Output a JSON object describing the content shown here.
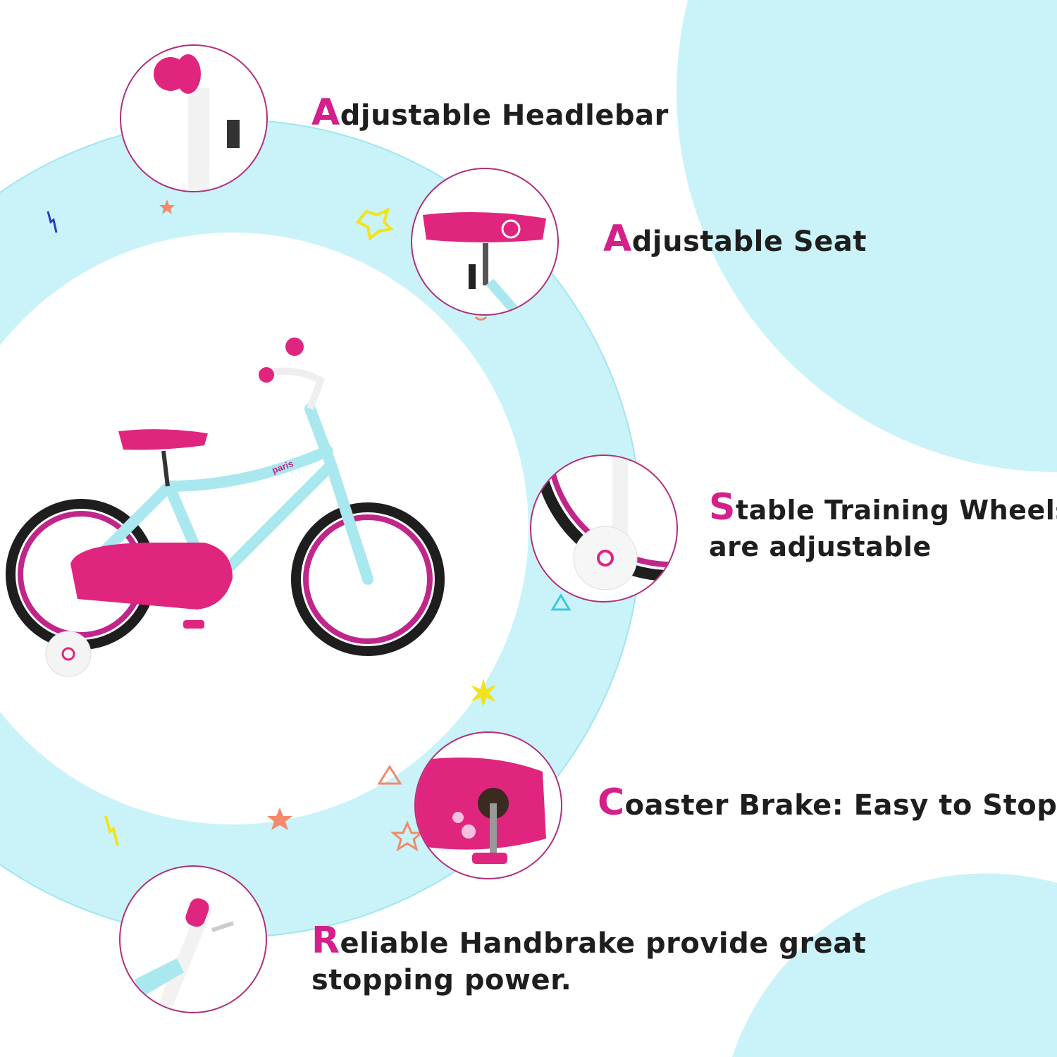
{
  "colors": {
    "accent": "#d4208a",
    "cyan": "#c9f3f8",
    "ring_border": "#b0307a",
    "text": "#1e1e1e"
  },
  "bike": {
    "brand_text": "paris"
  },
  "features": [
    {
      "initial": "A",
      "rest": "djustable Headlebar",
      "line2": ""
    },
    {
      "initial": "A",
      "rest": "djustable Seat",
      "line2": ""
    },
    {
      "initial": "S",
      "rest": "table Training Wheels",
      "line2": "are adjustable"
    },
    {
      "initial": "C",
      "rest": "oaster Brake: Easy to Stop",
      "line2": ""
    },
    {
      "initial": "R",
      "rest": "eliable Handbrake provide great",
      "line2": "stopping power."
    }
  ]
}
